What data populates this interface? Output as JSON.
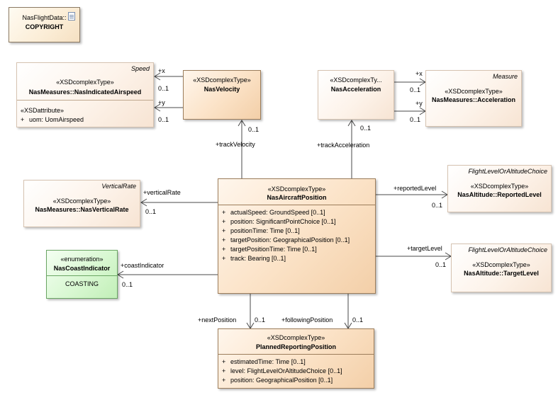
{
  "note": {
    "line1": "NasFlightData::",
    "line2": "COPYRIGHT"
  },
  "classes": {
    "indicated_airspeed": {
      "abstract": "Speed",
      "stereotype": "«XSDcomplexType»",
      "name": "NasMeasures::NasIndicatedAirspeed",
      "attr_stereotype": "«XSDattribute»",
      "attrs": [
        {
          "vis": "+",
          "text": "uom: UomAirspeed"
        }
      ]
    },
    "velocity": {
      "stereotype": "«XSDcomplexType»",
      "name": "NasVelocity"
    },
    "acceleration": {
      "stereotype": "«XSDcomplexTy...",
      "name": "NasAcceleration"
    },
    "measures_acceleration": {
      "abstract": "Measure",
      "stereotype": "«XSDcomplexType»",
      "name": "NasMeasures::Acceleration"
    },
    "vertical_rate": {
      "abstract": "VerticalRate",
      "stereotype": "«XSDcomplexType»",
      "name": "NasMeasures::NasVerticalRate"
    },
    "aircraft_position": {
      "stereotype": "«XSDcomplexType»",
      "name": "NasAircraftPosition",
      "attrs": [
        {
          "vis": "+",
          "text": "actualSpeed: GroundSpeed [0..1]"
        },
        {
          "vis": "+",
          "text": "position: SignificantPointChoice [0..1]"
        },
        {
          "vis": "+",
          "text": "positionTime: Time [0..1]"
        },
        {
          "vis": "+",
          "text": "targetPosition: GeographicalPosition [0..1]"
        },
        {
          "vis": "+",
          "text": "targetPositionTime: Time [0..1]"
        },
        {
          "vis": "+",
          "text": "track: Bearing [0..1]"
        }
      ]
    },
    "reported_level": {
      "abstract": "FlightLevelOrAltitudeChoice",
      "stereotype": "«XSDcomplexType»",
      "name": "NasAltitude::ReportedLevel"
    },
    "target_level": {
      "abstract": "FlightLevelOrAltitudeChoice",
      "stereotype": "«XSDcomplexType»",
      "name": "NasAltitude::TargetLevel"
    },
    "coast_indicator": {
      "stereotype": "«enumeration»",
      "name": "NasCoastIndicator",
      "literal": "COASTING"
    },
    "planned_reporting_position": {
      "stereotype": "«XSDcomplexType»",
      "name": "PlannedReportingPosition",
      "attrs": [
        {
          "vis": "+",
          "text": "estimatedTime: Time [0..1]"
        },
        {
          "vis": "+",
          "text": "level: FlightLevelOrAltitudeChoice [0..1]"
        },
        {
          "vis": "+",
          "text": "position: GeographicalPosition [0..1]"
        }
      ]
    }
  },
  "associations": {
    "velocity_x": {
      "role": "+x",
      "mult": "0..1"
    },
    "velocity_y": {
      "role": "+y",
      "mult": "0..1"
    },
    "acceleration_x": {
      "role": "+x",
      "mult": "0..1"
    },
    "acceleration_y": {
      "role": "+y",
      "mult": "0..1"
    },
    "track_velocity": {
      "role": "+trackVelocity",
      "mult": "0..1"
    },
    "track_acceleration": {
      "role": "+trackAcceleration",
      "mult": "0..1"
    },
    "vertical_rate": {
      "role": "+verticalRate",
      "mult": "0..1"
    },
    "reported_level": {
      "role": "+reportedLevel",
      "mult": "0..1"
    },
    "target_level": {
      "role": "+targetLevel",
      "mult": "0..1"
    },
    "coast_indicator": {
      "role": "+coastIndicator",
      "mult": "0..1"
    },
    "next_position": {
      "role": "+nextPosition",
      "mult": "0..1"
    },
    "following_position": {
      "role": "+followingPosition",
      "mult": "0..1"
    }
  },
  "colors": {
    "line": "#4a4a4a",
    "class_fill": "#fbe2c6",
    "enum_fill": "#d6f7cf"
  }
}
